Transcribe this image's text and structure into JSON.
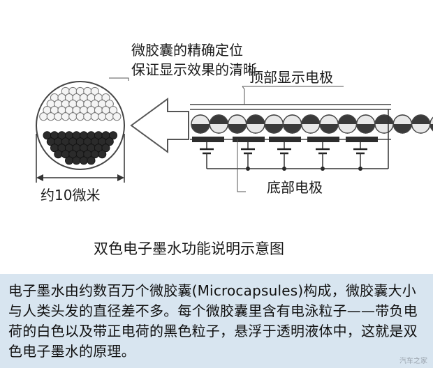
{
  "diagram": {
    "annotation_line1": "微胶囊的精确定位",
    "annotation_line2": "保证显示效果的清晰",
    "top_electrode_label": "顶部显示电极",
    "bottom_electrode_label": "底部电极",
    "size_label": "约10微米",
    "title": "双色电子墨水功能说明示意图",
    "capsule_pattern": [
      "white",
      "black",
      "white",
      "black",
      "white",
      "white",
      "black",
      "white",
      "black",
      "white",
      "black",
      "white",
      "black",
      "white"
    ]
  },
  "caption": {
    "text": "电子墨水由约数百万个微胶囊(Microcapsules)构成，微胶囊大小与人类头发的直径差不多。每个微胶囊里含有电泳粒子——带负电荷的白色以及带正电荷的黑色粒子，悬浮于透明液体中，这就是双色电子墨水的原理。"
  },
  "watermark": "汽车之家"
}
